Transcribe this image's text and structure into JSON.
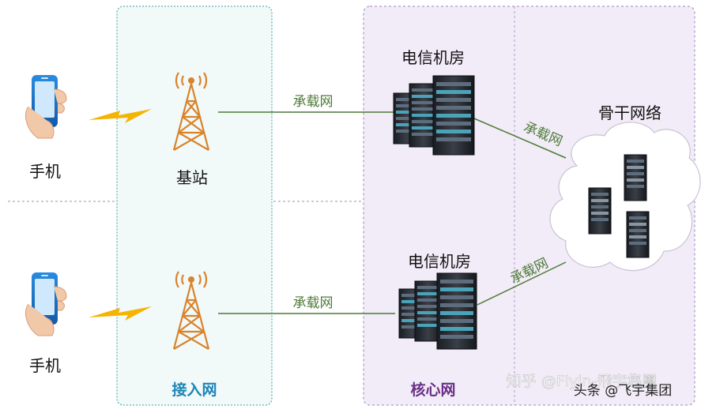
{
  "zones": {
    "access": {
      "label": "接入网"
    },
    "core": {
      "label": "核心网"
    }
  },
  "devices": {
    "phone_top": {
      "label": "手机"
    },
    "phone_bottom": {
      "label": "手机"
    },
    "base_station_top": {
      "label": "基站"
    },
    "base_station_bottom": {
      "label": ""
    },
    "telecom_room_top": {
      "label": "电信机房"
    },
    "telecom_room_bottom": {
      "label": "电信机房"
    },
    "backbone": {
      "label": "骨干网络"
    }
  },
  "links": {
    "bearer_top": "承载网",
    "bearer_bottom": "承载网",
    "bearer_core_top": "承载网",
    "bearer_core_bottom": "承载网"
  },
  "watermarks": {
    "zhihu": "知乎 @Flyin-飛宇集團",
    "toutiao": "头条 @飞宇集团"
  },
  "colors": {
    "access_zone_border": "#5fb3b3",
    "core_zone_fill": "#f1ecf7",
    "core_zone_border": "#b39ccc",
    "access_label": "#1d86b8",
    "core_label": "#6a2f86",
    "link_line": "#4e7a37",
    "link_text": "#4e7a37",
    "tower": "#d9832a",
    "lightning": "#f4b400",
    "phone_blue": "#1f7fd6"
  }
}
